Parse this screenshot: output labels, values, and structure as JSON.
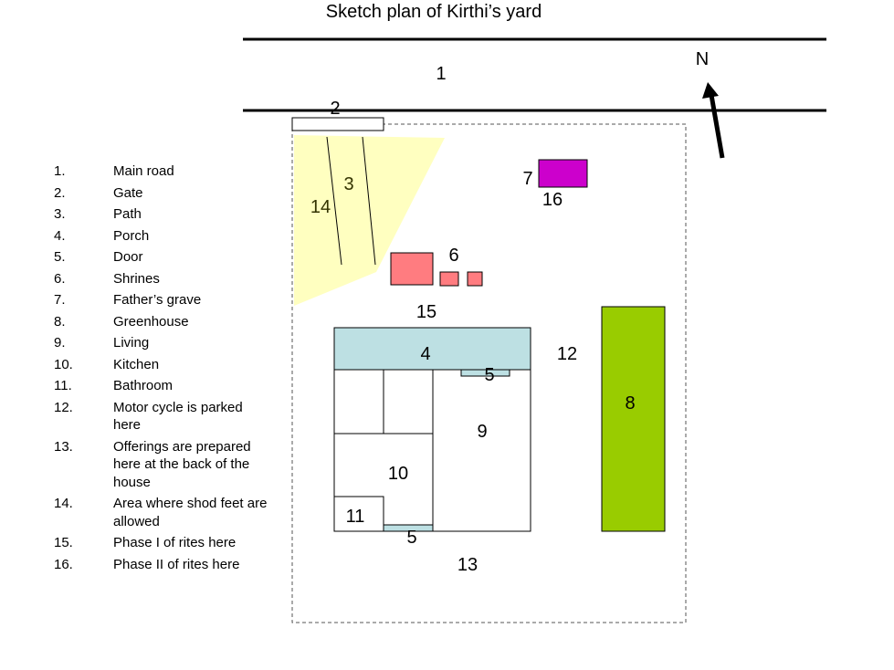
{
  "title": "Sketch plan of Kirthi’s yard",
  "compass": "N",
  "labels": {
    "main_road": "1",
    "gate": "2",
    "path": "3",
    "porch": "4",
    "door_front": "5",
    "door_back": "5",
    "shrines": "6",
    "fathers_grave": "7",
    "greenhouse": "8",
    "living": "9",
    "kitchen": "10",
    "bathroom": "11",
    "motorcycle": "12",
    "offerings": "13",
    "shod_area": "14",
    "phase1": "15",
    "phase2": "16"
  },
  "legend": [
    {
      "num": "1.",
      "text": "Main road"
    },
    {
      "num": "2.",
      "text": "Gate"
    },
    {
      "num": "3.",
      "text": "Path"
    },
    {
      "num": "4.",
      "text": "Porch"
    },
    {
      "num": "5.",
      "text": "Door"
    },
    {
      "num": "6.",
      "text": "Shrines"
    },
    {
      "num": "7.",
      "text": "Father’s grave"
    },
    {
      "num": "8.",
      "text": "Greenhouse"
    },
    {
      "num": "9.",
      "text": "Living"
    },
    {
      "num": "10.",
      "text": "Kitchen"
    },
    {
      "num": "11.",
      "text": "Bathroom"
    },
    {
      "num": "12.",
      "text": "Motor cycle is parked here"
    },
    {
      "num": "13.",
      "text": "Offerings are prepared here at the back of the house"
    },
    {
      "num": "14.",
      "text": "Area where shod feet are allowed"
    },
    {
      "num": "15.",
      "text": "Phase I of rites here"
    },
    {
      "num": "16.",
      "text": "Phase II of rites here"
    }
  ],
  "colors": {
    "shod_area": "#ffffc0",
    "grave": "#cc00cc",
    "shrine": "#ff7c80",
    "porch": "#bde0e3",
    "greenhouse": "#99cc00",
    "outline": "#000000"
  }
}
